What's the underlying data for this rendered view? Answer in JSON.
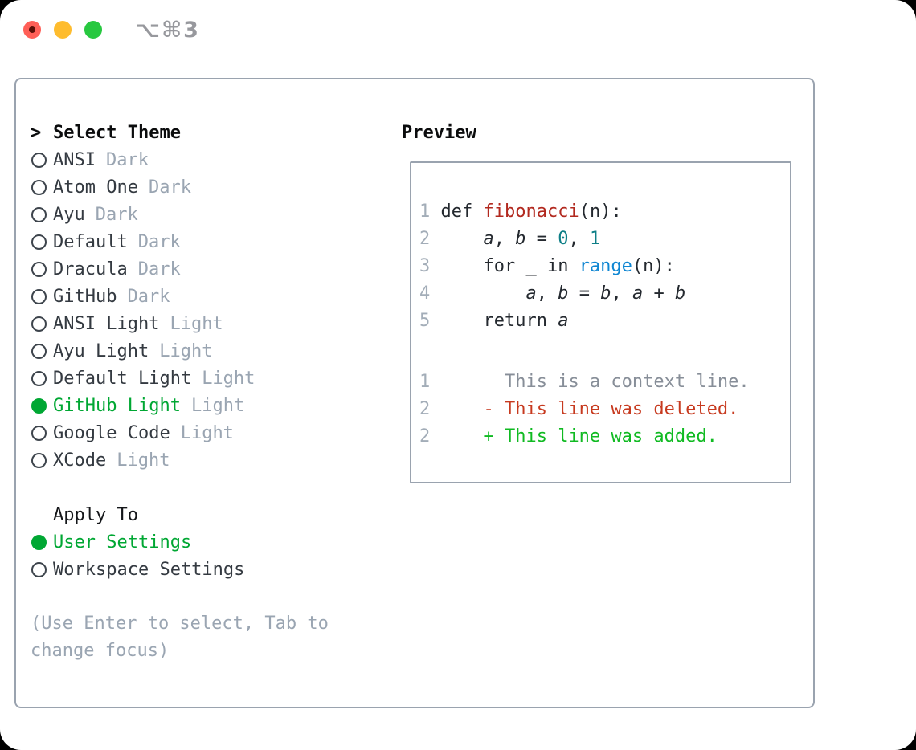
{
  "titlebar": {
    "shortcut": "⌥⌘3"
  },
  "theme_panel": {
    "header_prefix": ">",
    "list_header": "Select Theme",
    "themes": [
      {
        "name": "ANSI",
        "variant": "Dark",
        "selected": false
      },
      {
        "name": "Atom One",
        "variant": "Dark",
        "selected": false
      },
      {
        "name": "Ayu",
        "variant": "Dark",
        "selected": false
      },
      {
        "name": "Default",
        "variant": "Dark",
        "selected": false
      },
      {
        "name": "Dracula",
        "variant": "Dark",
        "selected": false
      },
      {
        "name": "GitHub",
        "variant": "Dark",
        "selected": false
      },
      {
        "name": "ANSI Light",
        "variant": "Light",
        "selected": false
      },
      {
        "name": "Ayu Light",
        "variant": "Light",
        "selected": false
      },
      {
        "name": "Default Light",
        "variant": "Light",
        "selected": false
      },
      {
        "name": "GitHub Light",
        "variant": "Light",
        "selected": true
      },
      {
        "name": "Google Code",
        "variant": "Light",
        "selected": false
      },
      {
        "name": "XCode",
        "variant": "Light",
        "selected": false
      }
    ],
    "apply_header": "Apply To",
    "apply_options": [
      {
        "name": "User Settings",
        "selected": true
      },
      {
        "name": "Workspace Settings",
        "selected": false
      }
    ],
    "hint_lines": [
      "(Use Enter to select, Tab to",
      "change focus)"
    ]
  },
  "preview": {
    "header": "Preview",
    "code_lines": [
      {
        "num": "1",
        "segments": [
          {
            "t": "def ",
            "s": "plain"
          },
          {
            "t": "fibonacci",
            "s": "func"
          },
          {
            "t": "(n):",
            "s": "plain"
          }
        ]
      },
      {
        "num": "2",
        "segments": [
          {
            "t": "    ",
            "s": "plain"
          },
          {
            "t": "a",
            "s": "var"
          },
          {
            "t": ", ",
            "s": "plain"
          },
          {
            "t": "b",
            "s": "var"
          },
          {
            "t": " = ",
            "s": "plain"
          },
          {
            "t": "0",
            "s": "num"
          },
          {
            "t": ", ",
            "s": "plain"
          },
          {
            "t": "1",
            "s": "num"
          }
        ]
      },
      {
        "num": "3",
        "segments": [
          {
            "t": "    for _ in ",
            "s": "plain"
          },
          {
            "t": "range",
            "s": "builtin"
          },
          {
            "t": "(n):",
            "s": "plain"
          }
        ]
      },
      {
        "num": "4",
        "segments": [
          {
            "t": "        ",
            "s": "plain"
          },
          {
            "t": "a",
            "s": "var"
          },
          {
            "t": ", ",
            "s": "plain"
          },
          {
            "t": "b",
            "s": "var"
          },
          {
            "t": " = ",
            "s": "plain"
          },
          {
            "t": "b",
            "s": "var"
          },
          {
            "t": ", ",
            "s": "plain"
          },
          {
            "t": "a",
            "s": "var"
          },
          {
            "t": " + ",
            "s": "plain"
          },
          {
            "t": "b",
            "s": "var"
          }
        ]
      },
      {
        "num": "5",
        "segments": [
          {
            "t": "    return ",
            "s": "plain"
          },
          {
            "t": "a",
            "s": "var"
          }
        ]
      }
    ],
    "diff_lines": [
      {
        "num": "1",
        "segments": [
          {
            "t": "      This is a context line.",
            "s": "context"
          }
        ]
      },
      {
        "num": "2",
        "segments": [
          {
            "t": "    - This line was deleted.",
            "s": "deleted"
          }
        ]
      },
      {
        "num": "2",
        "segments": [
          {
            "t": "    + This line was added.",
            "s": "added"
          }
        ]
      }
    ]
  },
  "colors": {
    "window_background": "#ffffff",
    "panel_border": "#9aa3af",
    "header_text": "#0b0c0d",
    "item_text": "#343a41",
    "muted_text": "#9aa5b2",
    "selected_green": "#00a733",
    "code_plain": "#24292f",
    "code_function_red": "#b2291f",
    "code_number_teal": "#0e7f87",
    "code_builtin_blue": "#0f86d2",
    "line_number_gray": "#a3adb8",
    "diff_context_gray": "#878e98",
    "diff_deleted_red": "#c73a1f",
    "diff_added_green": "#10ba22",
    "traffic_red": "#ff5f57",
    "traffic_yellow": "#febc2e",
    "traffic_green": "#28c840",
    "shortcut_gray": "#97989d"
  }
}
